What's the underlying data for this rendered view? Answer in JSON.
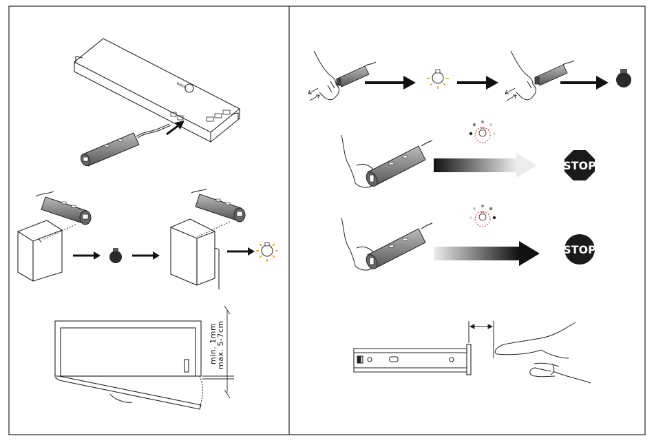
{
  "dimensions": {
    "min_label": "min. 1mm",
    "max_label": "max. 5-7cm"
  },
  "stop_signs": [
    {
      "label": "STOP"
    },
    {
      "label": "STOP"
    }
  ],
  "colors": {
    "line": "#222222",
    "bulb_glow": "#f0a000",
    "bulb_off": "#2a2a2a",
    "stop_bg": "#1a1a1a",
    "dash_red": "#e02020",
    "arrow": "#111111"
  },
  "icons": [
    "driver-box-icon",
    "sensor-switch-icon",
    "cabinet-icon",
    "bulb-on-icon",
    "bulb-off-icon",
    "hand-icon",
    "stop-sign-icon",
    "drawer-rail-icon",
    "finger-icon"
  ]
}
